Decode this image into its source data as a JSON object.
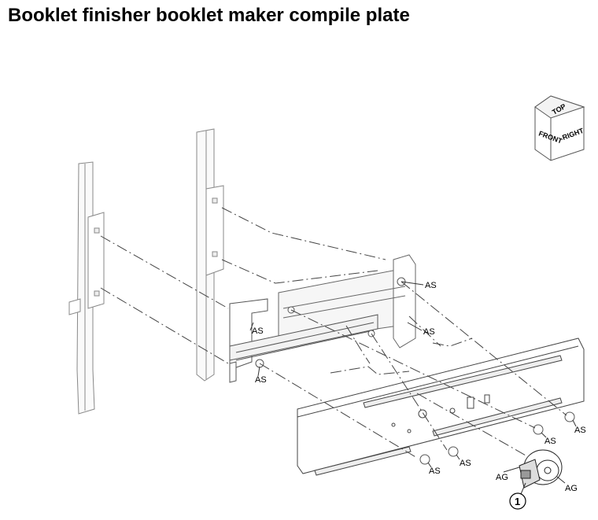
{
  "header": {
    "title": "Booklet finisher booklet maker compile plate"
  },
  "orientation_cube": {
    "top": "TOP",
    "front": "FRONT",
    "right": "RIGHT"
  },
  "labels": {
    "as_1": "AS",
    "as_2": "AS",
    "as_3": "AS",
    "as_4": "AS",
    "as_5": "AS",
    "as_6": "AS",
    "as_7": "AS",
    "as_8": "AS",
    "ag_1": "AG",
    "ag_2": "AG"
  },
  "callout": {
    "number": "1"
  }
}
